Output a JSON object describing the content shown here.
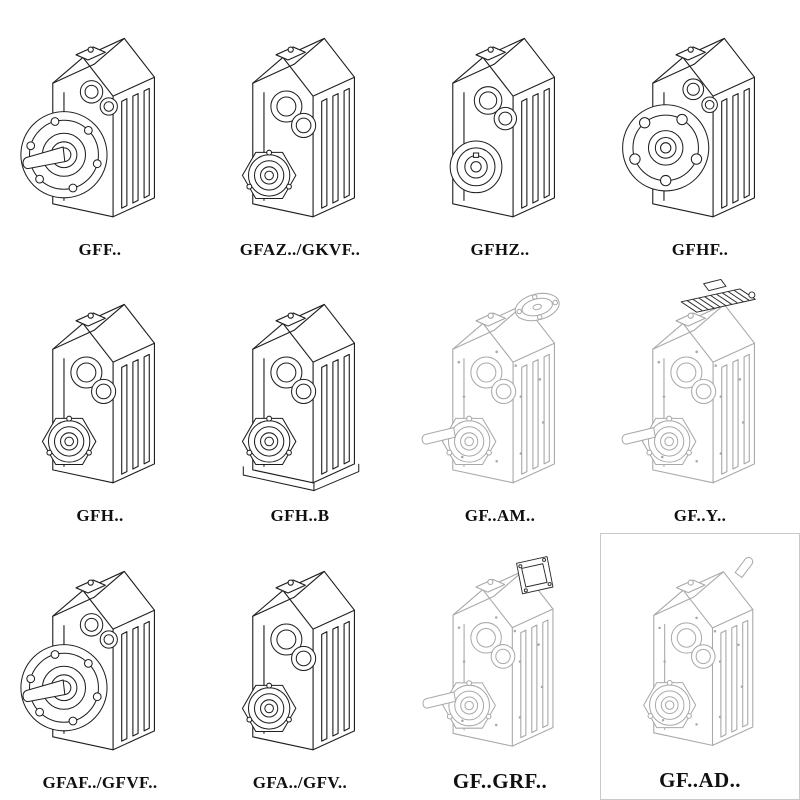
{
  "page": {
    "kind": "gearbox-model-catalog-sheet",
    "visible_text_language": "model codes only"
  },
  "colors": {
    "background": "#ffffff",
    "ink": "#1f1f1f",
    "faint_line": "#a9a9a9",
    "cell_border": "#c9c9c9"
  },
  "grid": {
    "columns": 4,
    "rows": 3,
    "items": [
      {
        "id": "gff",
        "label": "GFF..",
        "icon": "flange-mounted-gearbox-with-shaft-icon",
        "line_style": "solid"
      },
      {
        "id": "gfaz-gkvf",
        "label": "GFAZ../GKVF..",
        "icon": "shaft-mounted-gearbox-icon",
        "line_style": "solid"
      },
      {
        "id": "gfhz",
        "label": "GFHZ..",
        "icon": "hollow-shaft-gearbox-icon",
        "line_style": "solid"
      },
      {
        "id": "gfhf",
        "label": "GFHF..",
        "icon": "flange-mounted-hollow-gearbox-icon",
        "line_style": "solid"
      },
      {
        "id": "gfh",
        "label": "GFH..",
        "icon": "shaft-mounted-gearbox-icon",
        "line_style": "solid"
      },
      {
        "id": "gfh-b",
        "label": "GFH..B",
        "icon": "foot-mounted-gearbox-icon",
        "line_style": "solid"
      },
      {
        "id": "gf-am",
        "label": "GF..AM..",
        "icon": "gearbox-with-motor-adapter-flange-icon",
        "line_style": "faint"
      },
      {
        "id": "gf-y",
        "label": "GF..Y..",
        "icon": "gearbox-with-mounted-motor-icon",
        "line_style": "faint"
      },
      {
        "id": "gfaf-gfvf",
        "label": "GFAF../GFVF..",
        "icon": "flange-mounted-gearbox-with-shaft-icon",
        "line_style": "solid"
      },
      {
        "id": "gfa-gfv",
        "label": "GFA../GFV..",
        "icon": "shaft-mounted-gearbox-icon",
        "line_style": "solid"
      },
      {
        "id": "gf-grf",
        "label": "GF..GRF..",
        "icon": "gearbox-with-adapter-housing-icon",
        "line_style": "faint"
      },
      {
        "id": "gf-ad",
        "label": "GF..AD..",
        "icon": "gearbox-with-input-adapter-shaft-icon",
        "line_style": "faint"
      }
    ]
  }
}
